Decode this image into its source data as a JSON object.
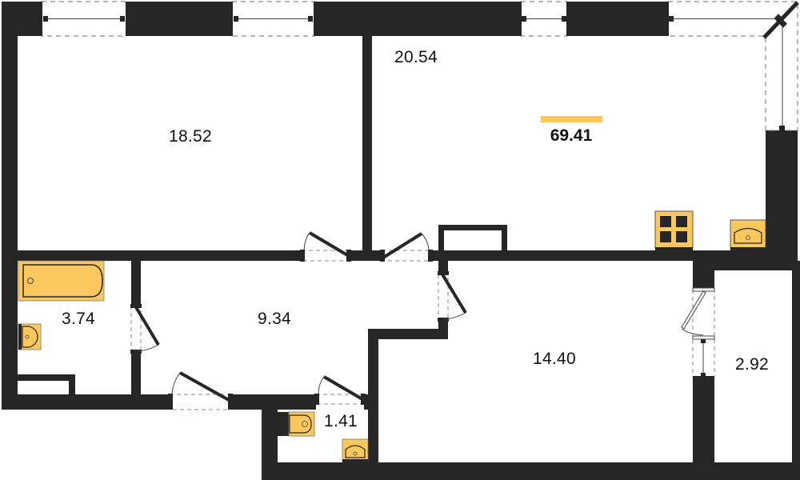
{
  "plan": {
    "total_area": "69.41",
    "colors": {
      "wall": "#262626",
      "fixture_fill": "#fcc85d",
      "background": "#ffffff",
      "dashed": "#8a8a8a"
    },
    "rooms": [
      {
        "id": "bedroom",
        "area": "18.52"
      },
      {
        "id": "living-kitchen",
        "area": "20.54"
      },
      {
        "id": "bathroom",
        "area": "3.74"
      },
      {
        "id": "hallway",
        "area": "9.34"
      },
      {
        "id": "bedroom-2",
        "area": "14.40"
      },
      {
        "id": "balcony",
        "area": "2.92"
      },
      {
        "id": "toilet",
        "area": "1.41"
      }
    ],
    "fixtures": [
      "bathtub",
      "bath-sink",
      "stove",
      "kitchen-sink",
      "toilet",
      "toilet-sink"
    ]
  }
}
